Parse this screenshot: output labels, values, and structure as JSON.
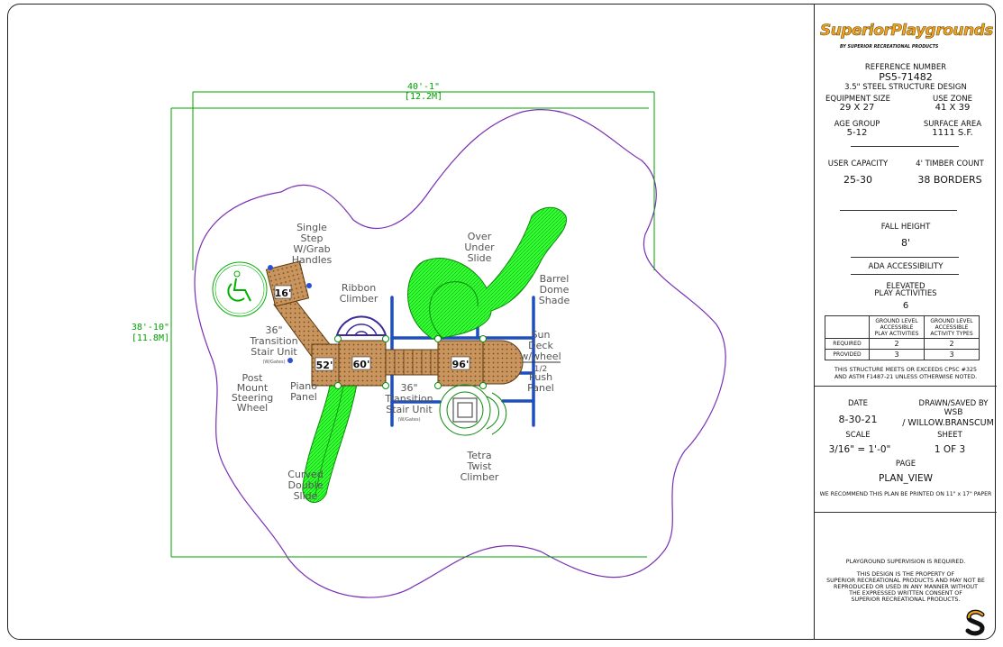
{
  "colors": {
    "outline": "#7a2fb5",
    "dimension": "#00a000",
    "slide": "#33ff33",
    "structure": "#1f4fbf",
    "deck": "#c9955f",
    "brand": "#f2a51e"
  },
  "drawing": {
    "dim_width": "40'-1\"",
    "dim_width_m": "[12.2M]",
    "dim_height": "38'-10\"",
    "dim_height_m": "[11.8M]",
    "decks": [
      "16'",
      "52'",
      "60'",
      "96'"
    ],
    "labels": {
      "single_step": [
        "Single",
        "Step",
        "W/Grab",
        "Handles"
      ],
      "ribbon": [
        "Ribbon",
        "Climber"
      ],
      "over_under": [
        "Over",
        "Under",
        "Slide"
      ],
      "barrel": [
        "Barrel",
        "Dome",
        "Shade"
      ],
      "transition_left": [
        "36\"",
        "Transition",
        "Stair Unit"
      ],
      "transition_left_sub": "(W/Gates)",
      "post_mount": [
        "Post",
        "Mount",
        "Steering",
        "Wheel"
      ],
      "piano": [
        "Piano",
        "Panel"
      ],
      "transition_right": [
        "36\"",
        "Transition",
        "Stair Unit"
      ],
      "transition_right_sub": "(W/Gates)",
      "sun_deck": [
        "Sun",
        "Deck",
        "w/wheel"
      ],
      "push_panel": [
        "1/2",
        "Push",
        "Panel"
      ],
      "tetra": [
        "Tetra",
        "Twist",
        "Climber"
      ],
      "curved": [
        "Curved",
        "Double",
        "Slide"
      ]
    }
  },
  "panel": {
    "brand_1": "Superior",
    "brand_2": "Playgrounds",
    "tagline": "BY SUPERIOR RECREATIONAL PRODUCTS",
    "ref_label": "REFERENCE NUMBER",
    "ref_value": "PS5-71482",
    "design": "3.5\" STEEL STRUCTURE DESIGN",
    "equip_label": "EQUIPMENT SIZE",
    "equip_value": "29 X 27",
    "use_label": "USE ZONE",
    "use_value": "41 X 39",
    "age_label": "AGE GROUP",
    "age_value": "5-12",
    "surface_label": "SURFACE AREA",
    "surface_value": "1111 S.F.",
    "capacity_label": "USER CAPACITY",
    "capacity_value": "25-30",
    "timber_label": "4' TIMBER COUNT",
    "timber_value": "38 BORDERS",
    "fall_label": "FALL HEIGHT",
    "fall_value": "8'",
    "ada_label": "ADA ACCESSIBILITY",
    "elevated_label_1": "ELEVATED",
    "elevated_label_2": "PLAY ACTIVITIES",
    "elevated_value": "6",
    "table": {
      "col1": [
        "GROUND LEVEL",
        "ACCESSIBLE",
        "PLAY ACTIVITIES"
      ],
      "col2": [
        "GROUND LEVEL",
        "ACCESSIBLE",
        "ACTIVITY TYPES"
      ],
      "rows": [
        {
          "label": "REQUIRED",
          "a": "2",
          "b": "2"
        },
        {
          "label": "PROVIDED",
          "a": "3",
          "b": "3"
        }
      ]
    },
    "meets_1": "THIS STRUCTURE MEETS OR EXCEEDS CPSC #325",
    "meets_2": "AND ASTM F1487-21 UNLESS OTHERWISE NOTED.",
    "date_label": "DATE",
    "date_value": "8-30-21",
    "drawn_label": "DRAWN/SAVED BY",
    "drawn_value_1": "WSB",
    "drawn_value_2": "/ WILLOW.BRANSCUM",
    "scale_label": "SCALE",
    "scale_value": "3/16\" = 1'-0\"",
    "sheet_label": "SHEET",
    "sheet_value": "1  OF  3",
    "page_label": "PAGE",
    "page_value": "PLAN_VIEW",
    "print_note": "WE RECOMMEND THIS PLAN BE PRINTED ON 11\" x 17\" PAPER",
    "supervision": "PLAYGROUND SUPERVISION IS REQUIRED.",
    "property_1": "THIS DESIGN IS THE PROPERTY OF",
    "property_2": "SUPERIOR RECREATIONAL PRODUCTS AND MAY NOT BE",
    "property_3": "REPRODUCED OR USED IN ANY MANNER WITHOUT",
    "property_4": "THE EXPRESSED WRITTEN CONSENT OF",
    "property_5": "SUPERIOR RECREATIONAL PRODUCTS."
  }
}
